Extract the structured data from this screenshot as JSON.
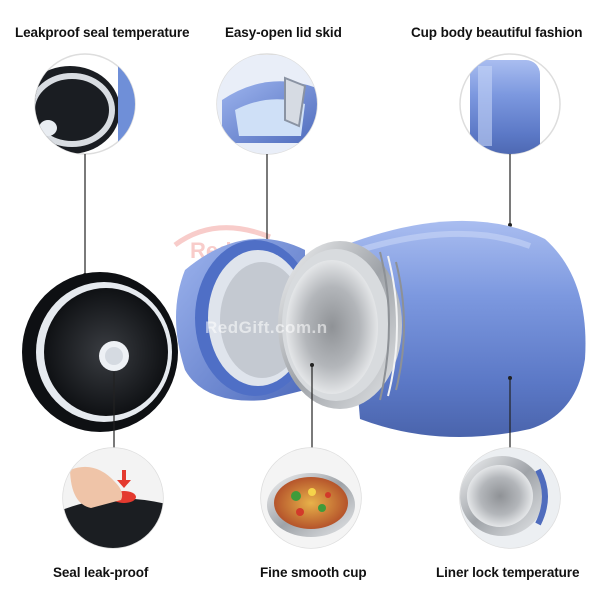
{
  "features": {
    "top_left": "Leakproof seal temperature",
    "top_center": "Easy-open lid skid",
    "top_right": "Cup body beautiful fashion",
    "bottom_left": "Seal leak-proof",
    "bottom_center": "Fine smooth cup",
    "bottom_right": "Liner lock temperature"
  },
  "watermark": "RedGift.com.n",
  "colors": {
    "body_blue": "#6f8fd8",
    "lid_black": "#15181c",
    "steel": "#c9ccd0",
    "accent_red": "#e43a2f"
  }
}
